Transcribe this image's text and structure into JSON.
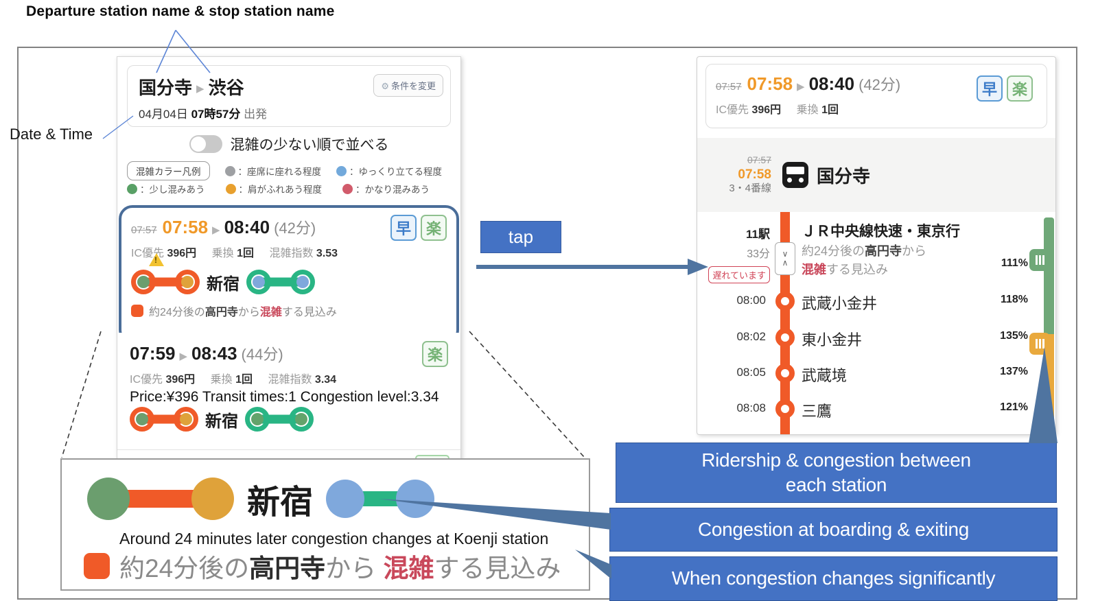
{
  "annotations": {
    "heading": "Departure station name & stop station name",
    "date_time": "Date & Time",
    "tap": "tap",
    "price_overlay": "Price:¥396    Transit times:1    Congestion level:3.34",
    "callout1_line1": "Ridership & congestion between",
    "callout1_line2": "each station",
    "callout2": "Congestion at boarding & exiting",
    "callout3": "When congestion changes significantly"
  },
  "icons": {
    "separator": "▶",
    "gear": "⚙",
    "chevron_down": "∨",
    "chevron_up": "∧",
    "warning_mark": "!"
  },
  "search": {
    "from": "国分寺",
    "to": "渋谷",
    "change_conditions": "条件を変更",
    "date": "04月04日",
    "time": "07時57分",
    "departure_suffix": "出発",
    "sort_toggle": "混雑の少ない順で並べる"
  },
  "legend": {
    "title": "混雑カラー凡例",
    "items": [
      {
        "label": "：座席に座れる程度",
        "color": "#9EA0A3"
      },
      {
        "label": "：ゆっくり立てる程度",
        "color": "#72A9DB"
      },
      {
        "label": "：少し混みあう",
        "color": "#59A066"
      },
      {
        "label": "：肩がふれあう程度",
        "color": "#E8A02E"
      },
      {
        "label": "：かなり混みあう",
        "color": "#D15B6B"
      }
    ]
  },
  "routes": [
    {
      "scheduled": "07:57",
      "departure": "07:58",
      "arrival": "08:40",
      "duration": "(42分)",
      "badge_fast": "早",
      "badge_easy": "楽",
      "fare_label": "IC優先",
      "fare": "396円",
      "transfer_label": "乗換",
      "transfers": "1回",
      "congestion_label": "混雑指数",
      "congestion": "3.53",
      "via": "新宿",
      "note_prefix": "約24分後の",
      "note_station": "高円寺",
      "note_mid": "から ",
      "note_highlight": "混雑",
      "note_suffix": "する見込み"
    },
    {
      "departure": "07:59",
      "arrival": "08:43",
      "duration": "(44分)",
      "badge_easy": "楽",
      "fare_label": "IC優先",
      "fare": "396円",
      "transfer_label": "乗換",
      "transfers": "1回",
      "congestion_label": "混雑指数",
      "congestion": "3.34",
      "via": "新宿"
    }
  ],
  "detail": {
    "scheduled": "07:57",
    "departure": "07:58",
    "arrival": "08:40",
    "duration": "(42分)",
    "badge_fast": "早",
    "badge_easy": "楽",
    "fare_label": "IC優先",
    "fare": "396円",
    "transfer_label": "乗換",
    "transfers": "1回",
    "origin_scheduled": "07:57",
    "origin_departure": "07:58",
    "platform": "3・4番線",
    "origin_station": "国分寺",
    "stops_count": "11駅",
    "ride_duration": "33分",
    "delay_badge": "遅れています",
    "line_name": "ＪＲ中央線快速・東京行",
    "note_prefix": "約24分後の",
    "note_station": "高円寺",
    "note_mid": "から",
    "note_highlight": "混雑",
    "note_suffix": "する見込み",
    "boarding_pct": "111%",
    "stops": [
      {
        "time": "08:00",
        "name": "武蔵小金井",
        "pct": "118%"
      },
      {
        "time": "08:02",
        "name": "東小金井",
        "pct": "135%"
      },
      {
        "time": "08:05",
        "name": "武蔵境",
        "pct": "137%"
      },
      {
        "time": "08:08",
        "name": "三鷹",
        "pct": "121%"
      }
    ]
  },
  "zoom_box": {
    "via": "新宿",
    "en_note": "Around 24 minutes later congestion changes at Koenji station",
    "note_prefix": "約24分後の",
    "note_station": "高円寺",
    "note_mid": "から ",
    "note_highlight": "混雑",
    "note_suffix": "する見込み"
  },
  "colors": {
    "line_orange": "#F05A28",
    "teal": "#29B584",
    "time_orange": "#F09929",
    "highlight_ring": "#4A6D99",
    "callout_blue": "#4472C4",
    "arrow_blue": "#4F74A0",
    "delay_red": "#D04255",
    "congestion_red": "#C9485B",
    "bar_green": "#6FA878",
    "bar_orange": "#E9A93D"
  }
}
